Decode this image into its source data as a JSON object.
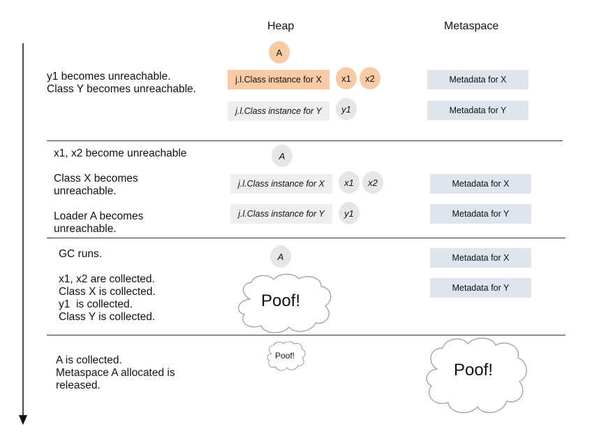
{
  "headers": {
    "heap": "Heap",
    "metaspace": "Metaspace"
  },
  "sections": [
    {
      "desc": "y1 becomes unreachable.\nClass Y becomes unreachable.",
      "loader": "A",
      "class_x": "j.l.Class instance for X",
      "class_y": "j.l.Class instance for Y",
      "x1": "x1",
      "x2": "x2",
      "y1": "y1",
      "meta_x": "Metadata for X",
      "meta_y": "Metadata for Y"
    },
    {
      "desc_a": "x1, x2 become unreachable",
      "desc_b": "Class X becomes\nunreachable.",
      "desc_c": "Loader A becomes\nunreachable.",
      "loader": "A",
      "class_x": "j.l.Class instance for X",
      "class_y": "j.l.Class instance for Y",
      "x1": "x1",
      "x2": "x2",
      "y1": "y1",
      "meta_x": "Metadata for X",
      "meta_y": "Metadata for Y"
    },
    {
      "desc_a": "GC runs.",
      "desc_b": "x1, x2 are collected.\nClass X is collected.\ny1  is collected.\nClass Y is collected.",
      "loader": "A",
      "poof": "Poof!",
      "meta_x": "Metadata for X",
      "meta_y": "Metadata for Y"
    },
    {
      "desc": "A is collected.\nMetaspace A allocated is\nreleased.",
      "poof_small": "Poof!",
      "poof_meta": "Poof!"
    }
  ],
  "colors": {
    "highlight": "#f8cba4",
    "metadata": "#dfe5ec",
    "neutral": "#eeeeee"
  }
}
